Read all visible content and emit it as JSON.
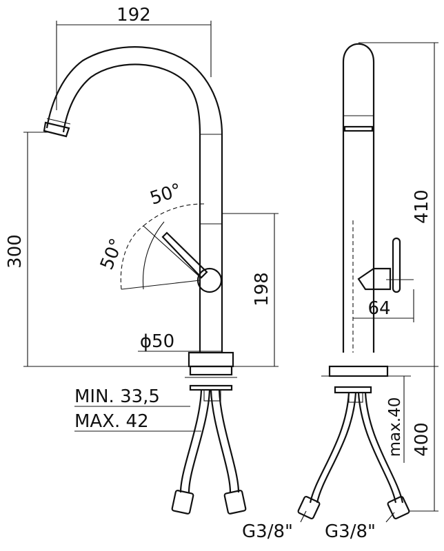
{
  "dimensions": {
    "spout_reach": "192",
    "spout_height": "300",
    "lever_angle_top": "50°",
    "lever_angle_side": "50°",
    "handle_height": "198",
    "base_diameter": "ϕ50",
    "min_thickness": "MIN. 33,5",
    "max_thickness": "MAX. 42",
    "total_height": "410",
    "handle_projection": "64",
    "max_deck": "max.40",
    "hose_length": "400",
    "thread_left": "G3/8\"",
    "thread_right": "G3/8\""
  }
}
